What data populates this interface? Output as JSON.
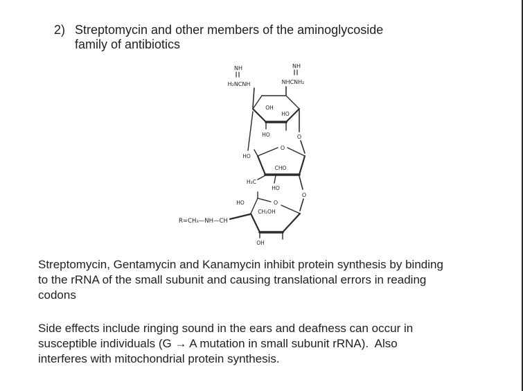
{
  "slide": {
    "background": "#ffffff",
    "text_color": "#1e1e1e",
    "title": {
      "number": "2)",
      "lines": [
        "Streptomycin and other members of the aminoglycoside",
        "family of antibiotics"
      ]
    },
    "structure": {
      "compound": "streptomycin",
      "guanidino_left": {
        "top": "NH",
        "main": "H₂NCNH"
      },
      "guanidino_right": {
        "top": "NH",
        "main": "NHCNH₂"
      },
      "ring1": {
        "oh_inner": "OH",
        "ho_inner": "HO",
        "ho_below": "HO",
        "ho_left": "HO"
      },
      "link1_o": "O",
      "ring2": {
        "o": "O",
        "cho": "CHO",
        "h3c": "H₃C",
        "ho": "HO"
      },
      "link2_o": "O",
      "ring3": {
        "o": "O",
        "ho": "HO",
        "ch2oh": "CH₂OH",
        "oh": "OH",
        "chain": "R=CH₃—NH—CH"
      }
    },
    "paragraph1": {
      "lines": [
        "Streptomycin, Gentamycin and Kanamycin inhibit protein synthesis by binding",
        "to the rRNA of the small subunit and causing translational errors in reading",
        "codons"
      ]
    },
    "paragraph2": {
      "lines": [
        "Side effects include ringing sound in the ears and deafness can occur in",
        "susceptible individuals (G → A mutation in small subunit rRNA).  Also",
        "interferes with mitochondrial protein synthesis."
      ]
    }
  }
}
